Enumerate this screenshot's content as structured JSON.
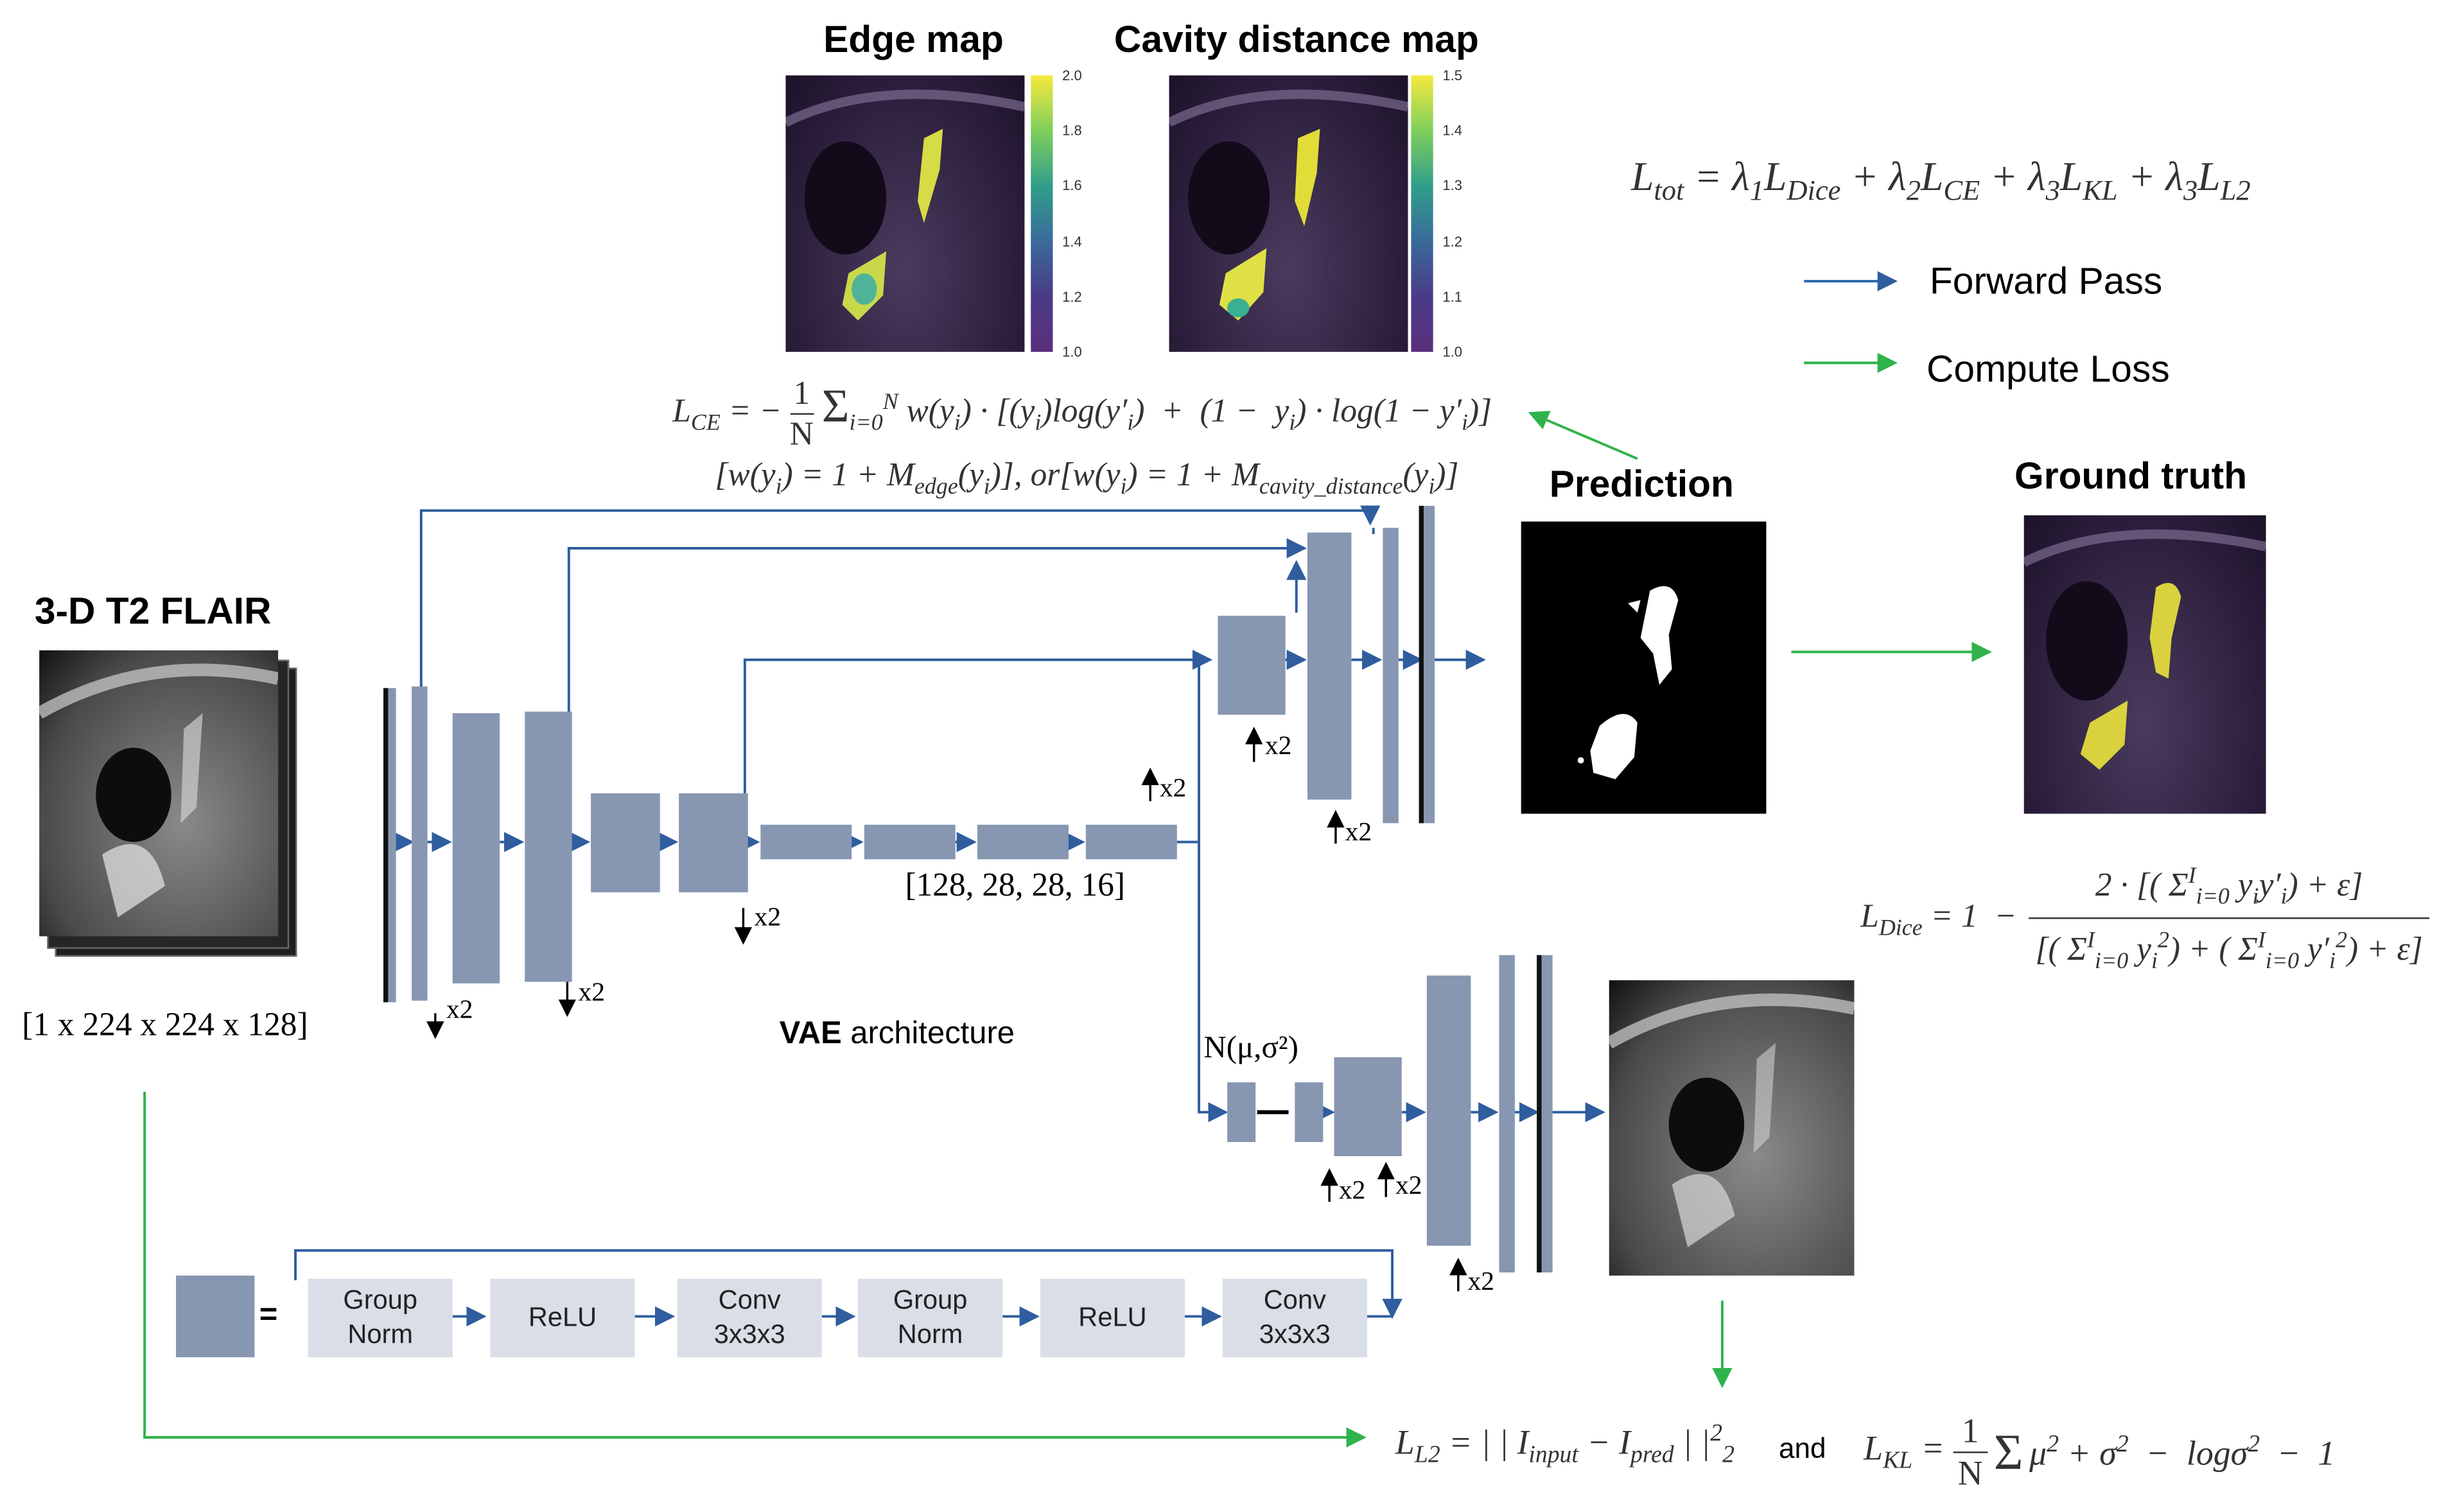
{
  "titles": {
    "edge_map": "Edge map",
    "cavity_map": "Cavity distance map",
    "prediction": "Prediction",
    "ground_truth": "Ground truth",
    "input": "3-D T2 FLAIR"
  },
  "colorbars": {
    "edge": [
      "2.0",
      "1.8",
      "1.6",
      "1.4",
      "1.2",
      "1.0"
    ],
    "cavity": [
      "1.5",
      "1.4",
      "1.3",
      "1.2",
      "1.1",
      "1.0"
    ]
  },
  "legend": {
    "forward": "Forward Pass",
    "loss": "Compute Loss",
    "forward_color": "#2f6fb0",
    "loss_color": "#2fb34a"
  },
  "labels": {
    "input_dims": "[1 x 224 x 224 x 128]",
    "latent_dims": "[128, 28, 28, 16]",
    "arch_bold": "VAE",
    "arch_rest": " architecture",
    "normal": "N(μ,σ²)",
    "x2": "x2",
    "and": "and",
    "equals": "="
  },
  "block_legend": {
    "group_norm_1": "Group\nNorm",
    "relu_1": "ReLU",
    "conv_1": "Conv\n3x3x3",
    "group_norm_2": "Group\nNorm",
    "relu_2": "ReLU",
    "conv_2": "Conv\n3x3x3"
  },
  "colors": {
    "block": "#8796b1",
    "arrow_blue": "#2f5d9e",
    "arrow_green": "#2fb34a",
    "legend_box": "#d9dee7"
  }
}
